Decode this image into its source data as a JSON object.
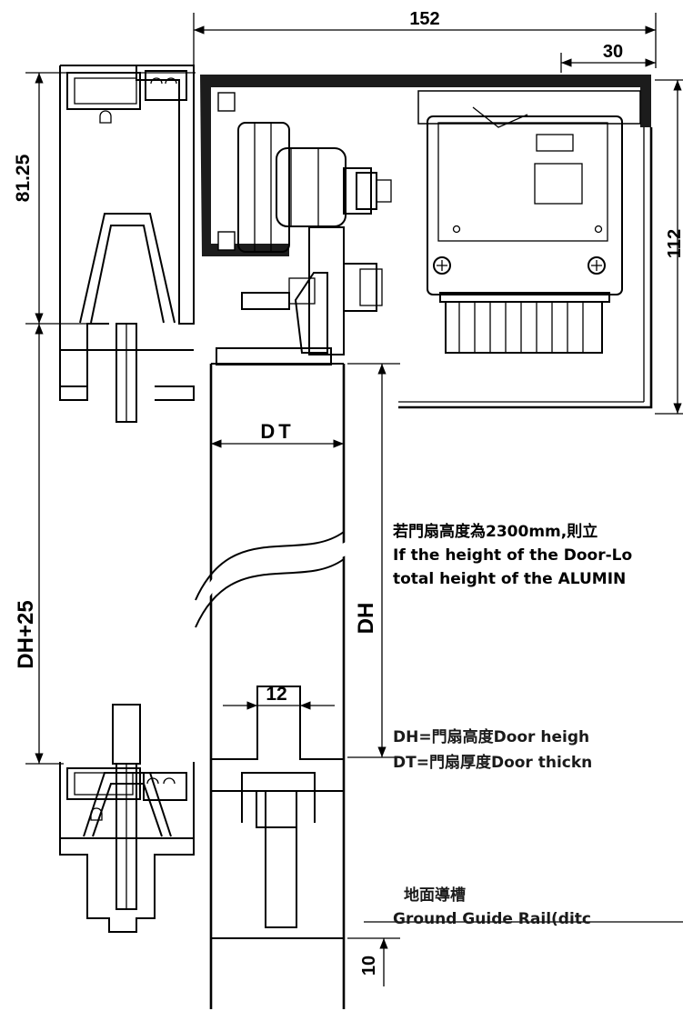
{
  "dimensions": {
    "overall_width": "152",
    "bracket_width": "30",
    "header_height": "81.25",
    "bracket_height": "112",
    "door_thickness": "DT",
    "door_height": "DH",
    "total_height": "DH+25",
    "groove_width": "12",
    "floor_gap": "10"
  },
  "notes": {
    "line1_cn": "若門扇高度為2300mm,則立",
    "line2_en": "If the height of the Door-Lo",
    "line3_en": "total height of the ALUMIN"
  },
  "legend": {
    "dh": "DH=門扇高度Door heigh",
    "dt": "DT=門扇厚度Door thickn"
  },
  "ground_rail": {
    "label_cn": "地面導槽",
    "label_en": "Ground Guide Rail(ditc"
  },
  "colors": {
    "line": "#000000",
    "frame_fill": "#1c1c1c",
    "background": "#ffffff"
  }
}
